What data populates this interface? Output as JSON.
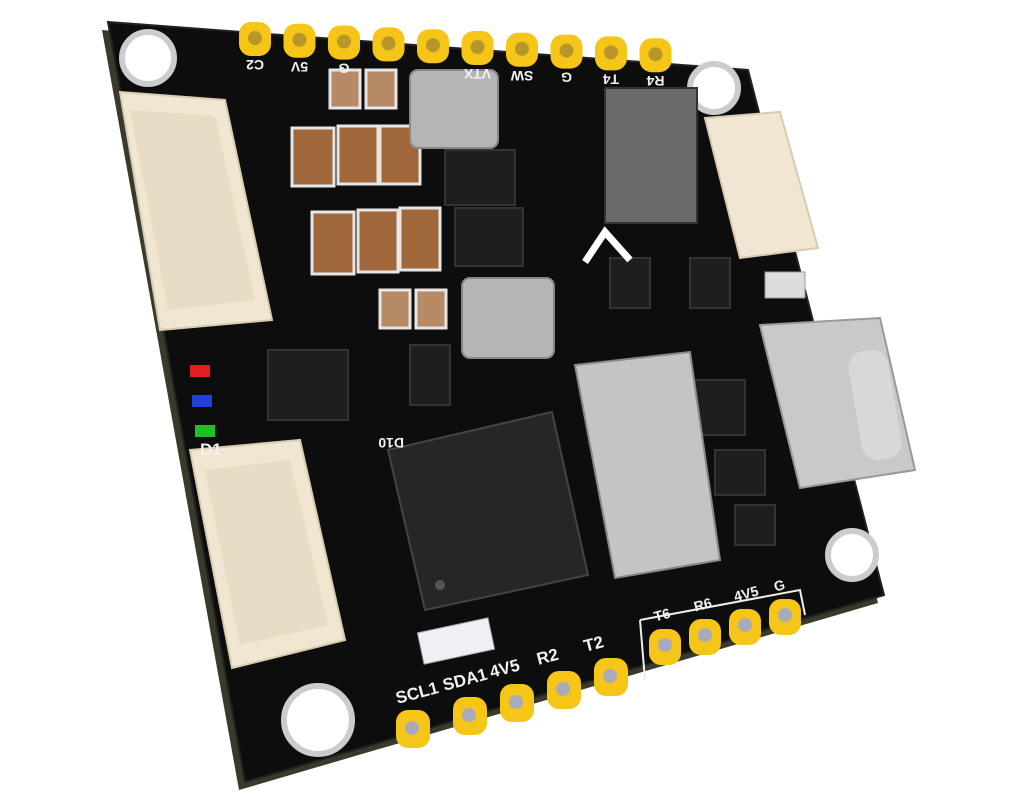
{
  "board": {
    "top_pads": [
      "C2",
      "5V",
      "G",
      "",
      "",
      "VTX",
      "SW",
      "G",
      "T4",
      "R4"
    ],
    "bottom_left_pads": [
      "SCL1",
      "SDA1",
      "4V5",
      "R2",
      "T2"
    ],
    "bottom_right_pads": [
      "T6",
      "R6",
      "4V5",
      "G"
    ],
    "designators": {
      "led_block": "D1",
      "mcu": "D10"
    },
    "colors": {
      "pcb": "#0d0d0d",
      "pad": "#f5c518",
      "connector": "#f1e6d2",
      "chip": "#1c1c1c",
      "shield": "#b8b8b8"
    }
  }
}
